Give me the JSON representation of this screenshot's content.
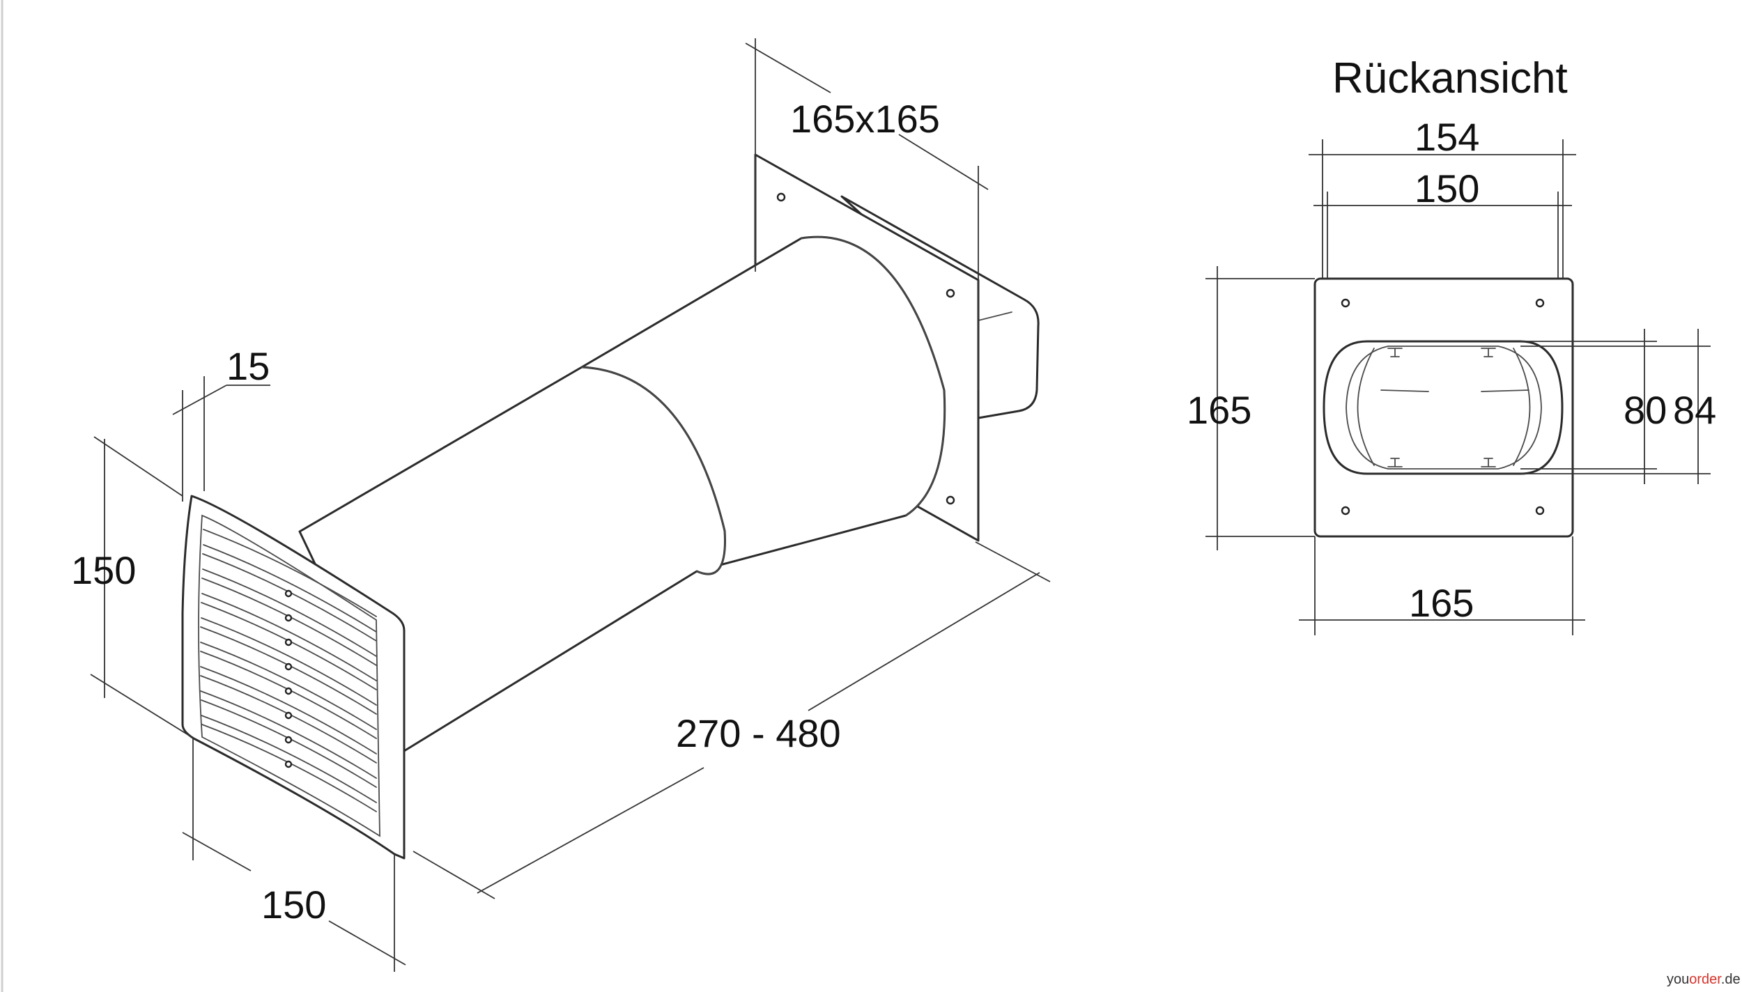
{
  "iso_view": {
    "dim_flange": "165x165",
    "dim_grille_depth": "15",
    "dim_grille_height": "150",
    "dim_grille_width": "150",
    "dim_length": "270 - 480"
  },
  "rear_view": {
    "title": "Rückansicht",
    "dim_top_outer": "154",
    "dim_top_inner": "150",
    "dim_height": "165",
    "dim_bottom": "165",
    "dim_inner_80": "80",
    "dim_inner_84": "84"
  },
  "watermark": {
    "prefix": "you",
    "accent": "order",
    "suffix": ".de",
    "accent_color": "#d6332b"
  }
}
